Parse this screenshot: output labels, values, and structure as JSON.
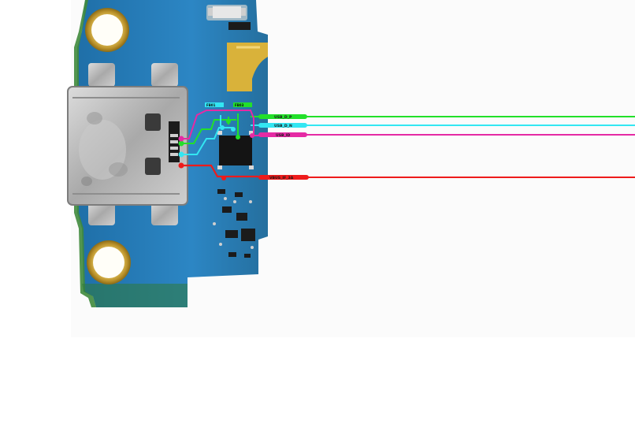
{
  "board": {
    "description_free": true
  },
  "labels": {
    "usb_d_p": "USB_D_P",
    "usb_d_n": "USB_D_N",
    "usb_id": "USB_ID",
    "vbus": "VBUS_IF_3A",
    "chip_left": "FB01",
    "chip_right": "FB03"
  },
  "colors": {
    "usb_d_p": "#22e02a",
    "usb_d_n": "#33e6f2",
    "usb_id": "#e52aa4",
    "vbus": "#ee1b1b"
  }
}
